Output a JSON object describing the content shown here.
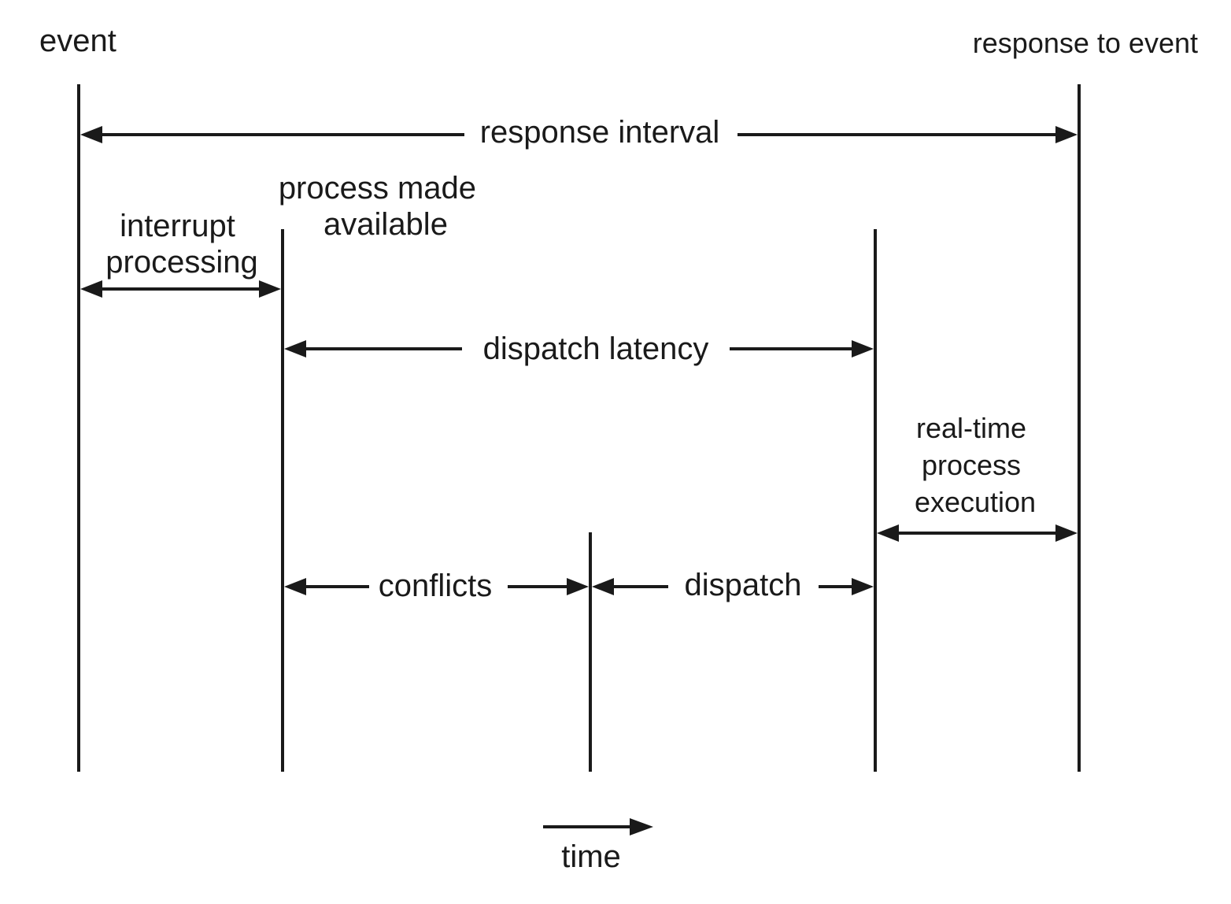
{
  "labels": {
    "event": "event",
    "response_to_event": "response to event",
    "response_interval": "response interval",
    "interrupt_processing": [
      "interrupt",
      "processing"
    ],
    "process_made_available": [
      "process made",
      "available"
    ],
    "dispatch_latency": "dispatch latency",
    "real_time_process_execution": [
      "real-time",
      "process",
      "execution"
    ],
    "conflicts": "conflicts",
    "dispatch": "dispatch",
    "time": "time"
  },
  "colors": {
    "ink": "#1a1a1a",
    "background": "#ffffff"
  }
}
